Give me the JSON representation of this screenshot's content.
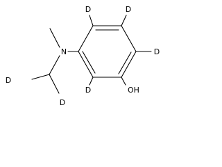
{
  "molecule": {
    "atoms": {
      "n": "N",
      "oh": "OH",
      "d_top_left": "D",
      "d_top_right": "D",
      "d_right": "D",
      "d_ring_bottom": "D",
      "d_methyl_left": "D",
      "d_methyl_bottom": "D"
    },
    "colors": {
      "bond": "#000000",
      "text": "#000000",
      "background": "#ffffff"
    }
  }
}
